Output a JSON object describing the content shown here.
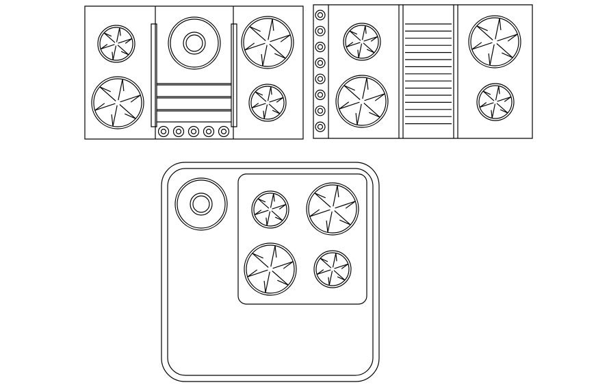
{
  "drawing": {
    "line_color": "#000000",
    "background": "#ffffff",
    "cooktops": [
      {
        "name": "cooktop-left",
        "burners": {
          "large": 2,
          "small": 2,
          "ring_burner": 1,
          "spoke_segments": 6
        },
        "griddle_bars": 4,
        "control_knobs": 5
      },
      {
        "name": "cooktop-right",
        "burners": {
          "large": 2,
          "small": 2,
          "spoke_segments": 6
        },
        "griddle_bars": 15,
        "control_knobs": 8
      },
      {
        "name": "cooktop-square",
        "burners": {
          "large": 2,
          "small": 2,
          "ring_burner": 1,
          "spoke_segments": 6
        },
        "griddle_bars": 0,
        "control_knobs": 0
      }
    ]
  }
}
